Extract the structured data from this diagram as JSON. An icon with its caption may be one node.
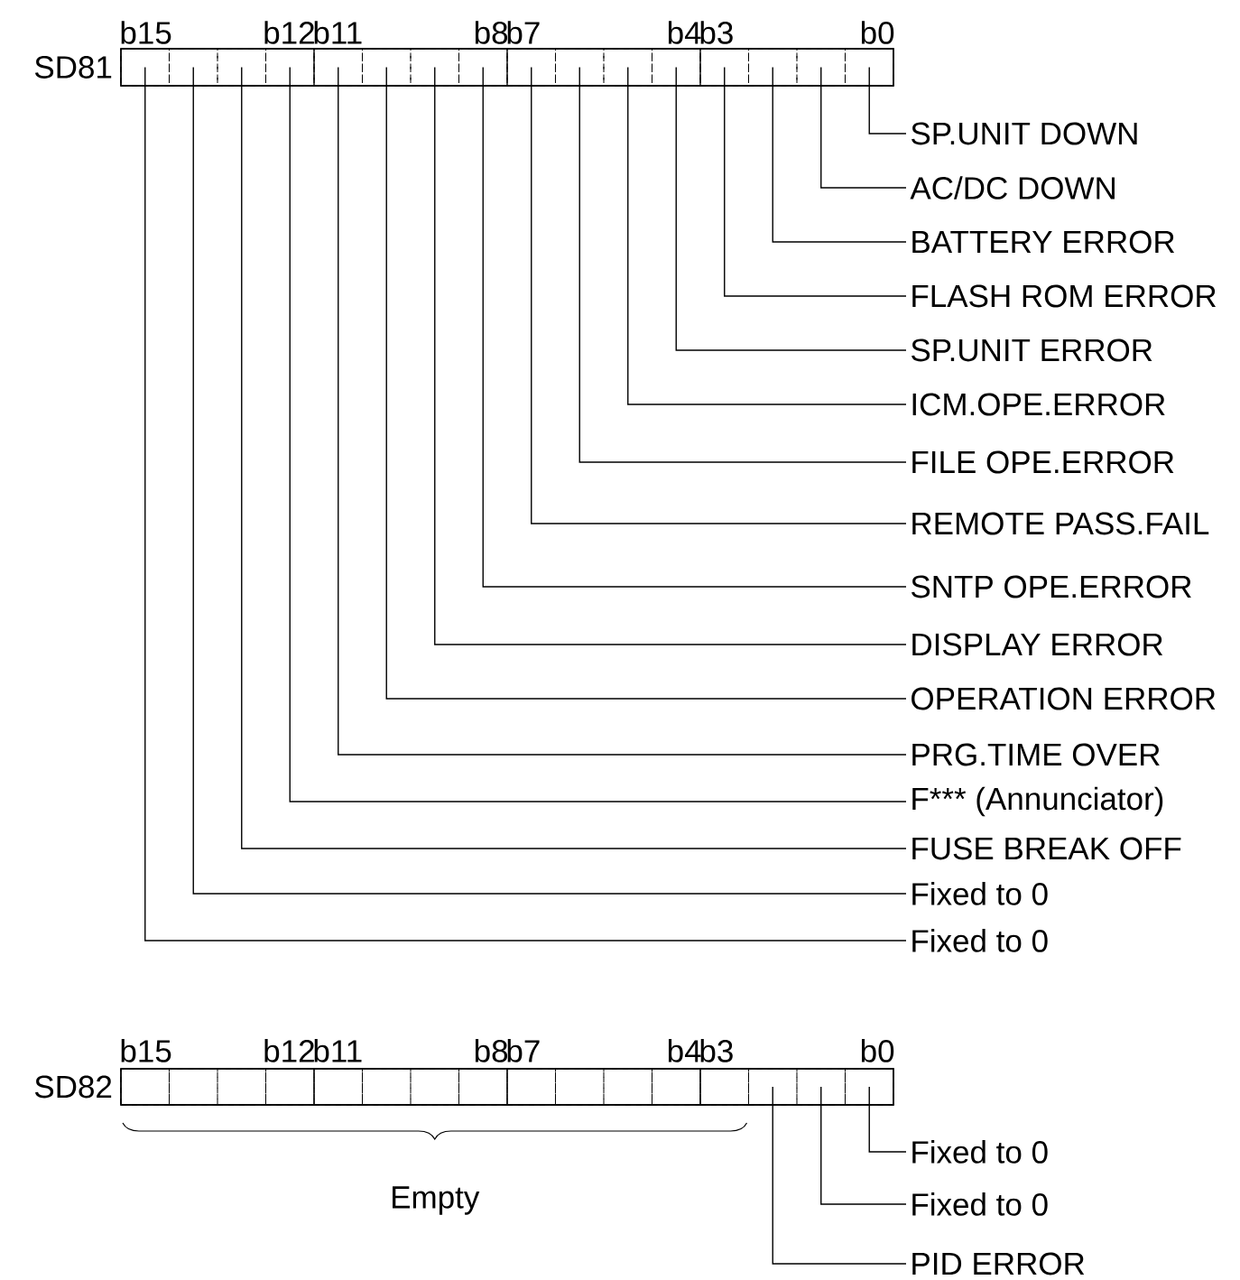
{
  "diagram": {
    "nodes": [
      {
        "text": [
          "SD81"
        ]
      },
      {
        "text": [],
        "shape": "box",
        "in": 0
      },
      {
        "text": [],
        "shape": "box",
        "in": 0
      },
      {
        "text": [],
        "shape": "box",
        "in": 0
      },
      {
        "text": [],
        "shape": "box",
        "in": 0
      },
      {
        "text": [],
        "shape": "box",
        "in": 0
      },
      {
        "text": [],
        "shape": "box",
        "in": 0
      },
      {
        "text": [],
        "shape": "box",
        "in": 0
      },
      {
        "text": [],
        "shape": "box",
        "in": 0
      },
      {
        "text": [],
        "shape": "box",
        "in": 0
      },
      {
        "text": [],
        "shape": "box",
        "in": 0
      },
      {
        "text": [],
        "shape": "box",
        "in": 0
      },
      {
        "text": [],
        "shape": "box",
        "in": 0
      },
      {
        "text": [],
        "shape": "box",
        "in": 0
      },
      {
        "text": [],
        "shape": "box",
        "in": 0
      },
      {
        "text": [],
        "shape": "box",
        "in": 0
      },
      {
        "text": [],
        "shape": "box",
        "in": 0
      },
      {
        "text": [
          "SP.UNIT DOWN"
        ]
      },
      {
        "text": [
          "AC/DC DOWN"
        ]
      },
      {
        "text": [
          "BATTERY ERROR"
        ]
      },
      {
        "text": [
          "FLASH ROM ERROR"
        ]
      },
      {
        "text": [
          "SP.UNIT ERROR"
        ]
      },
      {
        "text": [
          "ICM.OPE.ERROR"
        ]
      },
      {
        "text": [
          "FILE OPE.ERROR"
        ]
      },
      {
        "text": [
          "REMOTE PASS.FAIL"
        ]
      },
      {
        "text": [
          "SNTP OPE.ERROR"
        ]
      },
      {
        "text": [
          "DISPLAY ERROR"
        ]
      },
      {
        "text": [
          "OPERATION ERROR"
        ]
      },
      {
        "text": [
          "PRG.TIME OVER"
        ]
      },
      {
        "text": [
          "F*** (Annunciator)"
        ]
      },
      {
        "text": [
          "FUSE BREAK OFF"
        ]
      },
      {
        "text": [
          "Fixed to 0"
        ]
      },
      {
        "text": [
          "Fixed to 0"
        ]
      },
      {
        "text": [
          "SD82"
        ]
      },
      {
        "text": [],
        "shape": "box",
        "in": 33
      },
      {
        "text": [],
        "shape": "box",
        "in": 33
      },
      {
        "text": [],
        "shape": "box",
        "in": 33
      },
      {
        "text": [],
        "shape": "box",
        "in": 33
      },
      {
        "text": [],
        "shape": "box",
        "in": 33
      },
      {
        "text": [],
        "shape": "box",
        "in": 33
      },
      {
        "text": [],
        "shape": "box",
        "in": 33
      },
      {
        "text": [],
        "shape": "box",
        "in": 33
      },
      {
        "text": [],
        "shape": "box",
        "in": 33
      },
      {
        "text": [],
        "shape": "box",
        "in": 33
      },
      {
        "text": [],
        "shape": "box",
        "in": 33
      },
      {
        "text": [],
        "shape": "box",
        "in": 33
      },
      {
        "text": [],
        "shape": "box",
        "in": 33
      },
      {
        "text": [],
        "shape": "box",
        "in": 33
      },
      {
        "text": [],
        "shape": "box",
        "in": 33
      },
      {
        "text": [],
        "shape": "box",
        "in": 33
      },
      {
        "text": [
          "Fixed to 0"
        ]
      },
      {
        "text": [
          "Fixed to 0"
        ]
      },
      {
        "text": [
          "PID ERROR"
        ]
      }
    ],
    "edges": [
      {
        "from": 17,
        "to": 16,
        "arrow": "none"
      },
      {
        "from": 18,
        "to": 15,
        "arrow": "none"
      },
      {
        "from": 19,
        "to": 14,
        "arrow": "none"
      },
      {
        "from": 20,
        "to": 13,
        "arrow": "none"
      },
      {
        "from": 21,
        "to": 12,
        "arrow": "none"
      },
      {
        "from": 22,
        "to": 11,
        "arrow": "none"
      },
      {
        "from": 23,
        "to": 10,
        "arrow": "none"
      },
      {
        "from": 24,
        "to": 9,
        "arrow": "none"
      },
      {
        "from": 25,
        "to": 8,
        "arrow": "none"
      },
      {
        "from": 26,
        "to": 7,
        "arrow": "none"
      },
      {
        "from": 27,
        "to": 6,
        "arrow": "none"
      },
      {
        "from": 28,
        "to": 5,
        "arrow": "none"
      },
      {
        "from": 29,
        "to": 4,
        "arrow": "none"
      },
      {
        "from": 30,
        "to": 3,
        "arrow": "none"
      },
      {
        "from": 31,
        "to": 2,
        "arrow": "none"
      },
      {
        "from": 32,
        "to": 1,
        "arrow": "none"
      },
      {
        "from": 50,
        "to": 49,
        "arrow": "none"
      },
      {
        "from": 51,
        "to": 48,
        "arrow": "none"
      },
      {
        "from": 52,
        "to": 47,
        "arrow": "none"
      }
    ],
    "labels": [
      "b15",
      "b12",
      "b11",
      "b8",
      "b7",
      "b4",
      "b3",
      "b0",
      "b15",
      "b12",
      "b11",
      "b8",
      "b7",
      "b4",
      "b3",
      "b0",
      "Empty"
    ]
  }
}
